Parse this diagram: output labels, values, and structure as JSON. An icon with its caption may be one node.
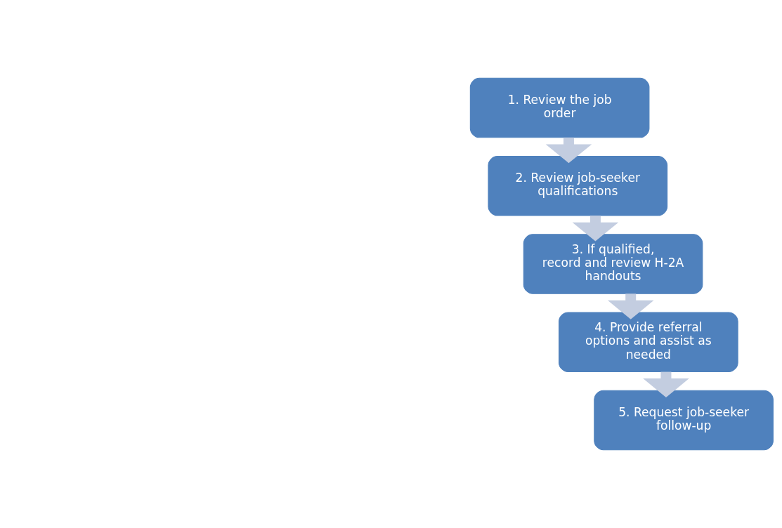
{
  "diagram": {
    "nodes": [
      {
        "text": [
          "1. Review the job order"
        ]
      },
      {
        "text": [
          "2. Review job-seeker qualifications"
        ]
      },
      {
        "text": [
          "3. If qualified, record and review H-2A handouts"
        ]
      },
      {
        "text": [
          "4. Provide referral options and assist as needed"
        ]
      },
      {
        "text": [
          "5. Request job-seeker follow-up"
        ]
      }
    ],
    "edges": [
      {
        "from": 0,
        "to": 1,
        "arrow": "to"
      },
      {
        "from": 1,
        "to": 2,
        "arrow": "to"
      },
      {
        "from": 2,
        "to": 3,
        "arrow": "to"
      },
      {
        "from": 3,
        "to": 4,
        "arrow": "to"
      }
    ]
  }
}
